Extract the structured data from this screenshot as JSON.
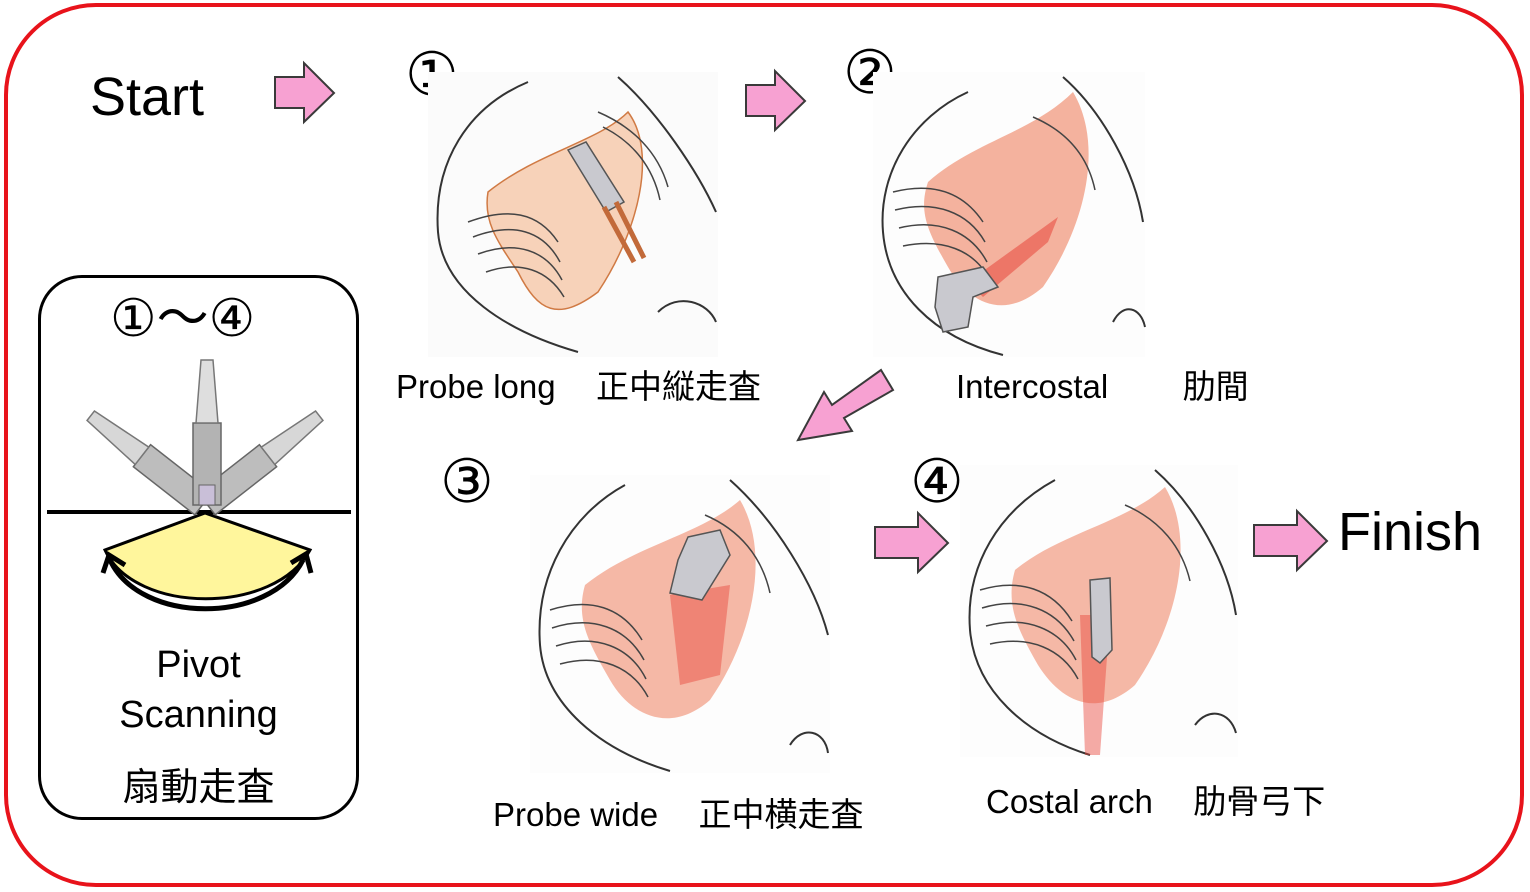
{
  "start_label": "Start",
  "finish_label": "Finish",
  "colors": {
    "frame": "#e8131b",
    "arrow_fill": "#f7a1d2",
    "arrow_stroke": "#3a3a3a",
    "probe_field": "#fff69c",
    "tissue": "#f08a6c"
  },
  "steps": [
    {
      "number": "①",
      "caption_en": "Probe long",
      "caption_jp": "正中縦走査"
    },
    {
      "number": "②",
      "caption_en": "Intercostal",
      "caption_jp": "肋間"
    },
    {
      "number": "③",
      "caption_en": "Probe wide",
      "caption_jp": "正中横走査"
    },
    {
      "number": "④",
      "caption_en": "Costal arch",
      "caption_jp": "肋骨弓下"
    }
  ],
  "pivot": {
    "range_label": "①～④",
    "title_line1": "Pivot",
    "title_line2": "Scanning",
    "title_jp": "扇動走査"
  }
}
